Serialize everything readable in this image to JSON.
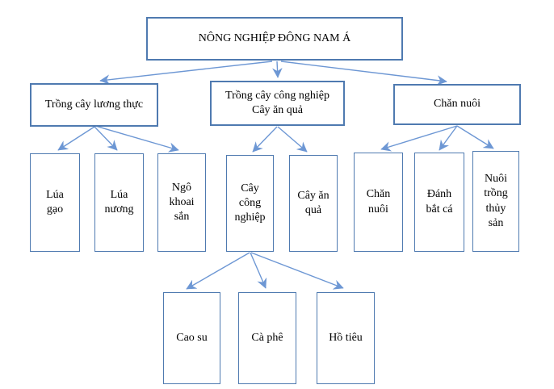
{
  "diagram": {
    "title": "NÔNG NGHIỆP ĐÔNG NAM Á",
    "nodes": {
      "root": {
        "label": "NÔNG NGHIỆP ĐÔNG NAM Á"
      },
      "food_crops": {
        "label": "Trồng cây lương thực"
      },
      "industrial_fruit": {
        "label": "Trồng cây công nghiệp\nCây ăn quả"
      },
      "livestock": {
        "label": "Chăn nuôi"
      },
      "rice": {
        "label": "Lúa\ngạo"
      },
      "upland_rice": {
        "label": "Lúa\nnương"
      },
      "maize_cassava": {
        "label": "Ngô\nkhoai\nsắn"
      },
      "industrial_crops": {
        "label": "Cây\ncông\nnghiệp"
      },
      "fruit_trees": {
        "label": "Cây ăn\nquả"
      },
      "animal_husbandry": {
        "label": "Chăn\nnuôi"
      },
      "fishing": {
        "label": "Đánh\nbắt cá"
      },
      "aquaculture": {
        "label": "Nuôi\ntrồng\nthủy\nsản"
      },
      "rubber": {
        "label": "Cao su"
      },
      "coffee": {
        "label": "Cà phê"
      },
      "pepper": {
        "label": "Hồ tiêu"
      }
    },
    "edges": [
      {
        "from": "root",
        "to": "food_crops"
      },
      {
        "from": "root",
        "to": "industrial_fruit"
      },
      {
        "from": "root",
        "to": "livestock"
      },
      {
        "from": "food_crops",
        "to": "rice"
      },
      {
        "from": "food_crops",
        "to": "upland_rice"
      },
      {
        "from": "food_crops",
        "to": "maize_cassava"
      },
      {
        "from": "industrial_fruit",
        "to": "industrial_crops"
      },
      {
        "from": "industrial_fruit",
        "to": "fruit_trees"
      },
      {
        "from": "livestock",
        "to": "animal_husbandry"
      },
      {
        "from": "livestock",
        "to": "fishing"
      },
      {
        "from": "livestock",
        "to": "aquaculture"
      },
      {
        "from": "industrial_crops",
        "to": "rubber"
      },
      {
        "from": "industrial_crops",
        "to": "coffee"
      },
      {
        "from": "industrial_crops",
        "to": "pepper"
      }
    ]
  },
  "colors": {
    "box_border": "#4f7ab0",
    "arrow": "#6d97d4",
    "text": "#000000",
    "background": "#ffffff"
  }
}
